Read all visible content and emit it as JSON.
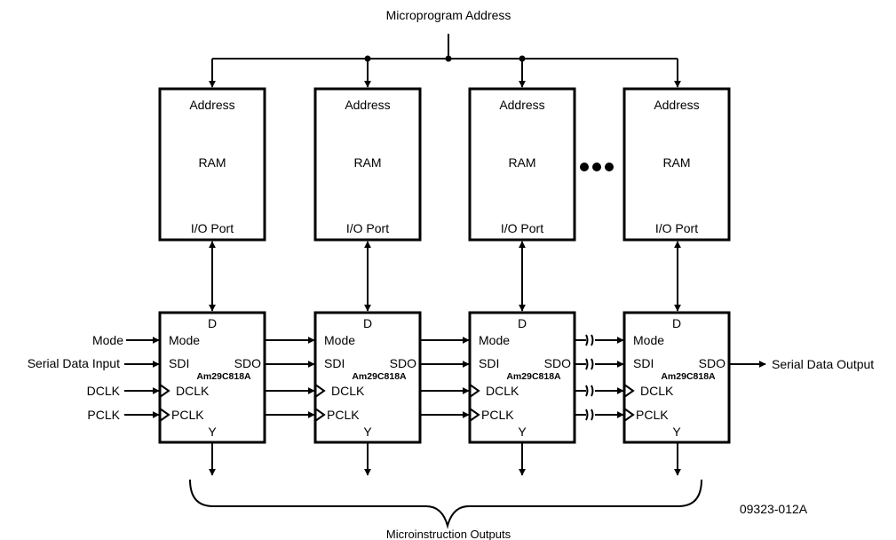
{
  "title": "Microprogram Address",
  "ram_labels": {
    "address": "Address",
    "ram": "RAM",
    "io_port": "I/O Port"
  },
  "shift_reg_labels": {
    "d": "D",
    "mode": "Mode",
    "sdi": "SDI",
    "sdo": "SDO",
    "part": "Am29C818A",
    "dclk": "DCLK",
    "pclk": "PCLK",
    "y": "Y"
  },
  "inputs": {
    "mode": "Mode",
    "serial_data_input": "Serial Data Input",
    "dclk": "DCLK",
    "pclk": "PCLK"
  },
  "serial_data_output": "Serial Data Output",
  "microinstruction_outputs": "Microinstruction Outputs",
  "figure_id": "09323-012A",
  "column_count": 4
}
